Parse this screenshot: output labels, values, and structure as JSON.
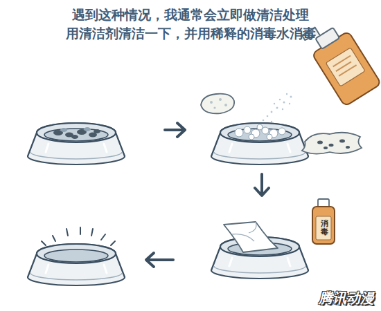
{
  "diagram": {
    "title": "遇到这种情况，我通常会立即做清洁处理 用清洁剂清洁一下，并用稀释的消毒水消毒",
    "labels": [
      "消毒",
      "腾讯动漫"
    ]
  }
}
